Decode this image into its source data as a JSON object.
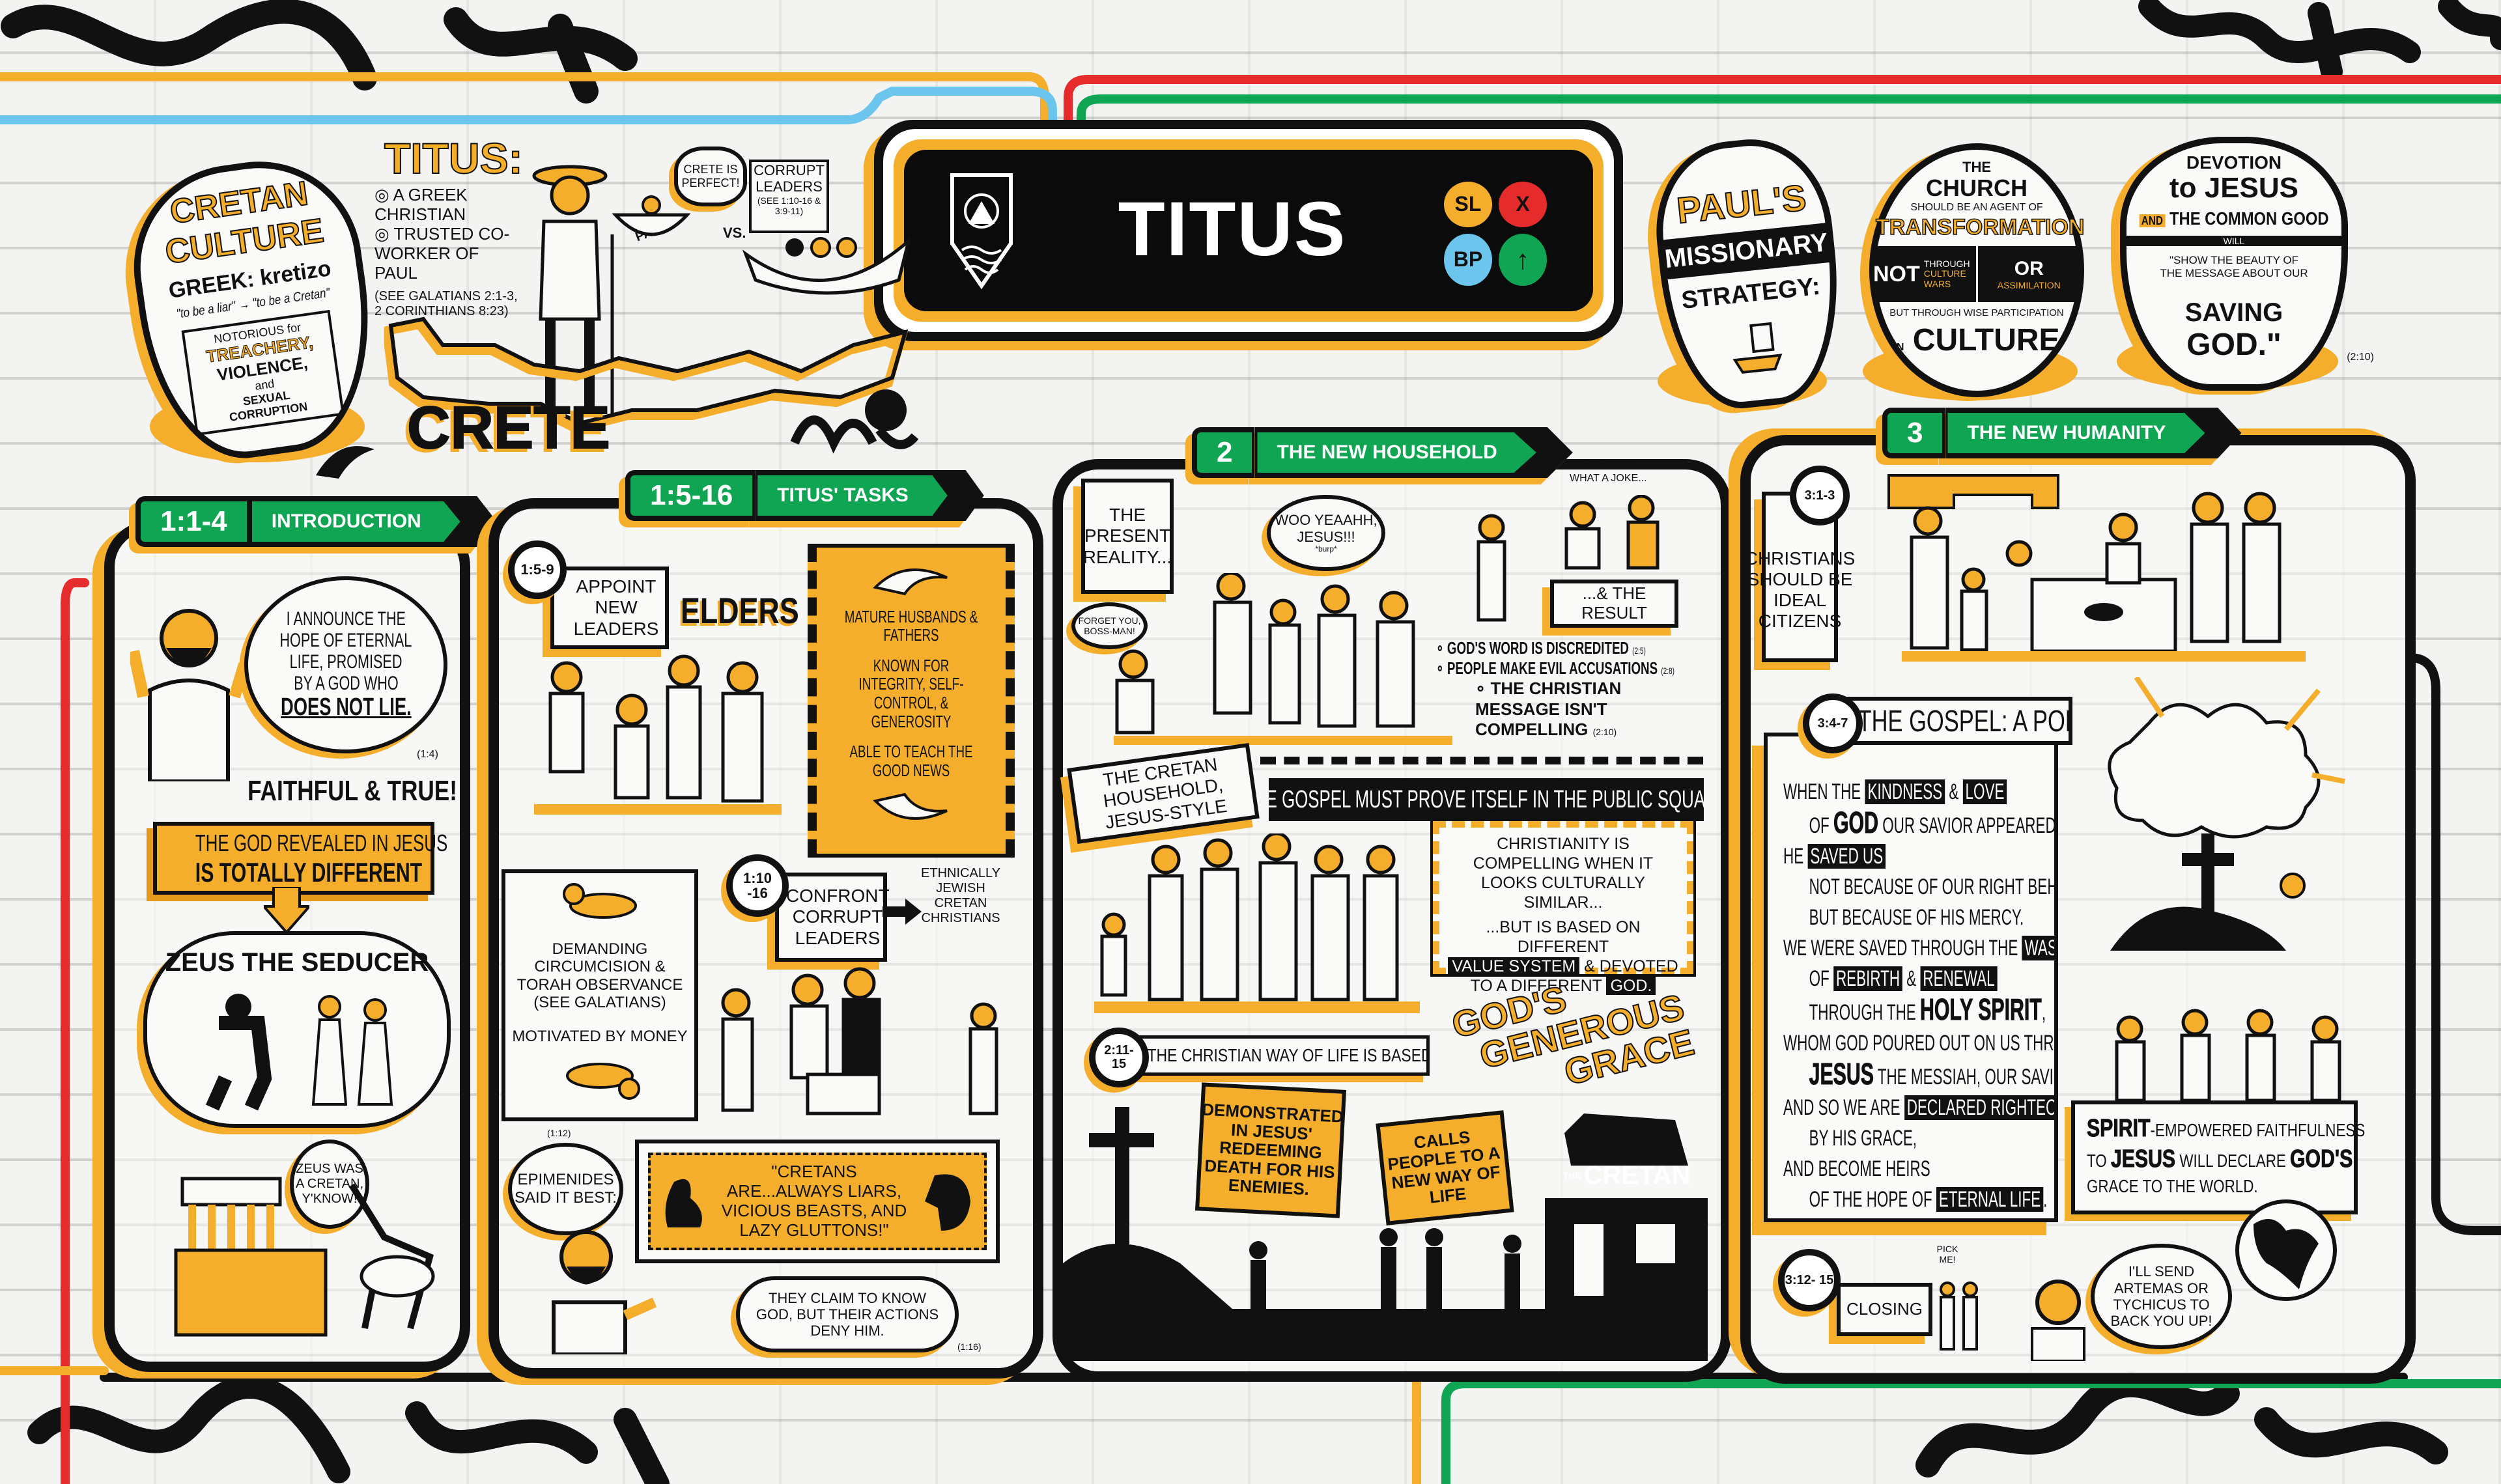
{
  "title_sign": {
    "title": "TITUS",
    "badges": [
      {
        "label": "SL",
        "color": "#f4ae2b"
      },
      {
        "label": "X",
        "color": "#e52b2b"
      },
      {
        "label": "BP",
        "color": "#6cc5ec"
      },
      {
        "label": "↑",
        "color": "#0fa552"
      }
    ]
  },
  "colors": {
    "accent": "#f4ae2b",
    "section_green": "#0fa552",
    "ink": "#111111",
    "line_red": "#e52b2b",
    "line_blue": "#6cc5ec"
  },
  "cretan_culture": {
    "title_1": "CRETAN",
    "title_2": "CULTURE",
    "greek": "GREEK: kretizo",
    "meaning": "\"to be a liar\" → \"to be a Cretan\"",
    "notorious": "NOTORIOUS for",
    "treachery": "TREACHERY,",
    "violence": "VIOLENCE,",
    "and": "and",
    "sexual": "SEXUAL",
    "corruption": "CORRUPTION"
  },
  "titus_notes": {
    "heading": "TITUS:",
    "points": [
      "A GREEK CHRISTIAN",
      "TRUSTED CO-WORKER OF PAUL"
    ],
    "refs": "(SEE GALATIANS 2:1-3, 2 CORINTHIANS 8:23)"
  },
  "crete_scene": {
    "thought": "CRETE IS PERFECT!",
    "paul_label": "PAUL",
    "vs_label": "VS.",
    "sail_title": "CORRUPT LEADERS",
    "sail_refs": "(SEE 1:10-16 & 3:9-11)",
    "map_label": "CRETE"
  },
  "vases": {
    "strategy": {
      "line1": "PAUL'S",
      "line2": "MISSIONARY",
      "line3": "STRATEGY:"
    },
    "church": {
      "the": "THE",
      "church": "CHURCH",
      "should": "SHOULD BE AN AGENT OF",
      "transformation": "TRANSFORMATION",
      "not": "NOT",
      "through": "THROUGH",
      "culture_wars": "CULTURE WARS",
      "or": "OR",
      "assimilation": "ASSIMILATION",
      "but": "BUT THROUGH WISE PARTICIPATION",
      "in": "IN",
      "culture": "CULTURE"
    },
    "devotion": {
      "devotion": "DEVOTION",
      "to_jesus": "to JESUS",
      "and": "AND",
      "common_good": "THE COMMON GOOD",
      "will": "WILL",
      "quote": "\"SHOW THE BEAUTY OF THE MESSAGE ABOUT OUR",
      "saving": "SAVING",
      "god": "GOD.\"",
      "ref": "(2:10)"
    }
  },
  "intro": {
    "tab_ref": "1:1-4",
    "tab_label": "INTRODUCTION",
    "speech": [
      "I ANNOUNCE THE",
      "HOPE OF ETERNAL",
      "LIFE, PROMISED",
      "BY A GOD WHO"
    ],
    "speech_emph": "DOES NOT LIE.",
    "speech_ref": "(1:4)",
    "faithful": "FAITHFUL & TRUE!",
    "different_1": "THE GOD REVEALED IN JESUS",
    "different_2": "IS TOTALLY DIFFERENT",
    "zeus": "ZEUS THE SEDUCER",
    "zeus_cretan": "ZEUS WAS A CRETAN, Y'KNOW!"
  },
  "tasks": {
    "tab_ref": "1:5-16",
    "tab_label": "TITUS' TASKS",
    "appoint_ref": "1:5-9",
    "appoint": "APPOINT NEW LEADERS",
    "elders": "ELDERS",
    "qualities": [
      "MATURE HUSBANDS & FATHERS",
      "KNOWN FOR INTEGRITY, SELF-CONTROL, & GENEROSITY",
      "ABLE TO TEACH THE GOOD NEWS"
    ],
    "demanding": "DEMANDING CIRCUMCISION & TORAH OBSERVANCE",
    "see_galatians": "(SEE GALATIANS)",
    "money": "MOTIVATED BY MONEY",
    "confront_ref": "1:10 -16",
    "confront": "CONFRONT CORRUPT LEADERS",
    "ethnic": "ETHNICALLY JEWISH CRETAN CHRISTIANS",
    "epimenides_ref": "(1:12)",
    "epimenides": "EPIMENIDES SAID IT BEST:",
    "quote": "\"CRETANS ARE...ALWAYS LIARS, VICIOUS BEASTS, AND LAZY GLUTTONS!\"",
    "claim": "THEY CLAIM TO KNOW GOD, BUT THEIR ACTIONS DENY HIM.",
    "claim_ref": "(1:16)"
  },
  "household": {
    "tab_ref": "2",
    "tab_label": "THE NEW HOUSEHOLD",
    "present": "THE PRESENT REALITY...",
    "forget": "FORGET YOU, BOSS-MAN!",
    "woo": "WOO YEAAHH, JESUS!!!",
    "burp": "*burp*",
    "joke": "CHRISTIANS! WHAT A JOKE...",
    "result": "...& THE RESULT",
    "bullets": [
      {
        "text": "GOD'S WORD IS DISCREDITED",
        "ref": "(2:5)"
      },
      {
        "text": "PEOPLE MAKE EVIL ACCUSATIONS",
        "ref": "(2:8)"
      },
      {
        "text": "THE CHRISTIAN MESSAGE ISN'T COMPELLING",
        "ref": "(2:10)"
      }
    ],
    "jesus_style": "THE CRETAN HOUSEHOLD, JESUS-STYLE",
    "public_square": "THE GOSPEL MUST PROVE ITSELF IN THE PUBLIC SQUARE",
    "compelling_1": "CHRISTIANITY IS COMPELLING WHEN IT LOOKS CULTURALLY SIMILAR...",
    "compelling_2": "...BUT IS BASED ON DIFFERENT",
    "value_system": "VALUE SYSTEM",
    "devoted": "& DEVOTED TO A DIFFERENT",
    "god": "GOD.",
    "grace_ref": "2:11- 15",
    "way_of_life": "THE CHRISTIAN WAY OF LIFE IS BASED ON",
    "grace": [
      "GOD'S",
      "GENEROUS",
      "GRACE"
    ],
    "demonstrated": "DEMONSTRATED IN JESUS' REDEEMING DEATH FOR HIS ENEMIES.",
    "calls": "CALLS PEOPLE TO A NEW WAY OF LIFE",
    "the_cretan_small": "THE",
    "the_cretan": "CRETAN"
  },
  "humanity": {
    "tab_ref": "3",
    "tab_label": "THE NEW HUMANITY",
    "citizens_ref": "3:1-3",
    "citizens": "CHRISTIANS SHOULD BE IDEAL CITIZENS",
    "poem_ref": "3:4-7",
    "poem_title": "THE GOSPEL: A POEM",
    "poem": [
      {
        "indent": 0,
        "segs": [
          {
            "t": "WHEN THE "
          },
          {
            "t": "KINDNESS",
            "s": "hl"
          },
          {
            "t": " & "
          },
          {
            "t": "LOVE",
            "s": "hl"
          }
        ]
      },
      {
        "indent": 1,
        "segs": [
          {
            "t": "OF "
          },
          {
            "t": "GOD",
            "s": "big"
          },
          {
            "t": " OUR SAVIOR APPEARED,"
          }
        ]
      },
      {
        "indent": 0,
        "segs": [
          {
            "t": "HE "
          },
          {
            "t": "SAVED US",
            "s": "hl"
          }
        ]
      },
      {
        "indent": 1,
        "segs": [
          {
            "t": "NOT BECAUSE OF OUR RIGHT BEHAVIOR,"
          }
        ]
      },
      {
        "indent": 1,
        "segs": [
          {
            "t": "BUT BECAUSE OF HIS MERCY."
          }
        ]
      },
      {
        "indent": 0,
        "segs": [
          {
            "t": "WE WERE SAVED THROUGH THE "
          },
          {
            "t": "WASHING",
            "s": "hl"
          }
        ]
      },
      {
        "indent": 1,
        "segs": [
          {
            "t": "OF "
          },
          {
            "t": "REBIRTH",
            "s": "hl"
          },
          {
            "t": " & "
          },
          {
            "t": "RENEWAL",
            "s": "hl"
          }
        ]
      },
      {
        "indent": 1,
        "segs": [
          {
            "t": "THROUGH THE "
          },
          {
            "t": "HOLY SPIRIT",
            "s": "big"
          },
          {
            "t": ","
          }
        ]
      },
      {
        "indent": 0,
        "segs": [
          {
            "t": "WHOM GOD POURED OUT ON US THROUGH"
          }
        ]
      },
      {
        "indent": 1,
        "segs": [
          {
            "t": "JESUS",
            "s": "big"
          },
          {
            "t": " THE MESSIAH, OUR SAVIOR."
          }
        ]
      },
      {
        "indent": 0,
        "segs": [
          {
            "t": "AND SO WE ARE "
          },
          {
            "t": "DECLARED RIGHTEOUS",
            "s": "hl"
          }
        ]
      },
      {
        "indent": 1,
        "segs": [
          {
            "t": "BY HIS GRACE,"
          }
        ]
      },
      {
        "indent": 0,
        "segs": [
          {
            "t": "AND BECOME HEIRS"
          }
        ]
      },
      {
        "indent": 1,
        "segs": [
          {
            "t": "OF THE HOPE OF "
          },
          {
            "t": "ETERNAL LIFE",
            "s": "hl"
          },
          {
            "t": "."
          }
        ]
      }
    ],
    "spirit_1": "SPIRIT",
    "spirit_2": "-EMPOWERED FAITHFULNESS",
    "to": "TO",
    "jesus": "JESUS",
    "will_declare": "WILL DECLARE",
    "gods": "GOD'S",
    "grace_world": "GRACE TO THE WORLD.",
    "closing_ref": "3:12- 15",
    "closing": "CLOSING",
    "pick_me": "PICK ME!",
    "send": "I'LL SEND ARTEMAS OR TYCHICUS TO BACK YOU UP!"
  }
}
